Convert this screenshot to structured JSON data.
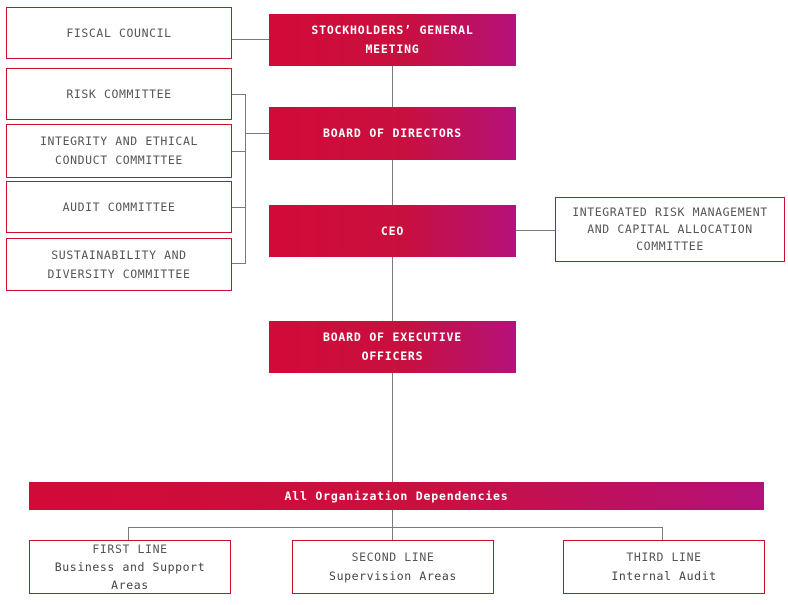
{
  "left_boxes": {
    "fiscal_council": "FISCAL COUNCIL",
    "risk_committee": "RISK COMMITTEE",
    "integrity_committee": "INTEGRITY AND ETHICAL\nCONDUCT COMMITTEE",
    "audit_committee": "AUDIT COMMITTEE",
    "sustainability_committee": "SUSTAINABILITY AND\nDIVERSITY COMMITTEE"
  },
  "center_boxes": {
    "stockholders_meeting": "STOCKHOLDERS’ GENERAL\nMEETING",
    "board_of_directors": "BOARD OF DIRECTORS",
    "ceo": "CEO",
    "board_of_executive_officers": "BOARD OF EXECUTIVE\nOFFICERS"
  },
  "right_boxes": {
    "integrated_risk_committee": "INTEGRATED RISK MANAGEMENT\nAND CAPITAL ALLOCATION\nCOMMITTEE"
  },
  "banner": {
    "label": "All Organization Dependencies"
  },
  "lines_of_defense": {
    "first_title": "FIRST LINE",
    "first_sub": "Business and Support\nAreas",
    "second_title": "SECOND LINE",
    "second_sub": "Supervision Areas",
    "third_title": "THIRD LINE",
    "third_sub": "Internal Audit"
  },
  "colors": {
    "accent": "#c8102e",
    "gradient_end": "#b5117a",
    "connector": "#7a7a7a",
    "outline_text": "#555555"
  }
}
